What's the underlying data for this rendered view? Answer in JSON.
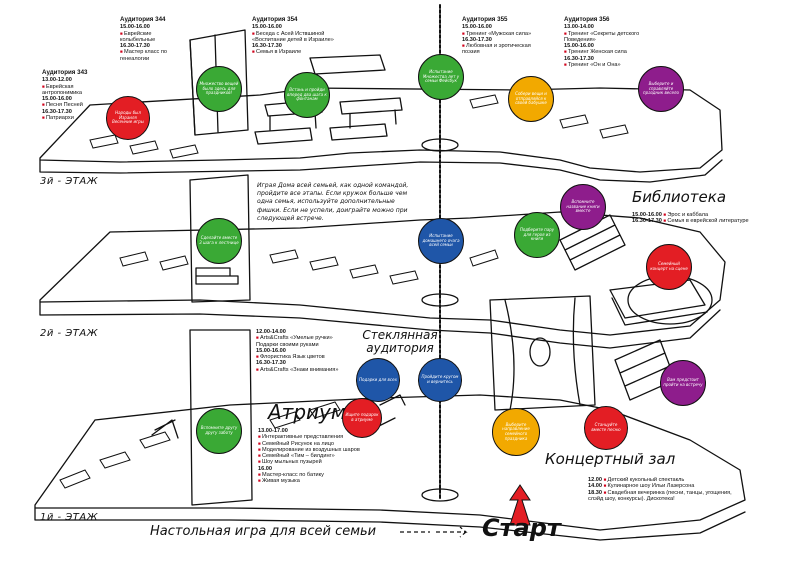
{
  "floors": {
    "third": "3й - ЭТАЖ",
    "second": "2й - ЭТАЖ",
    "first": "1й - ЭТАЖ"
  },
  "rooms": {
    "library": "Библиотека",
    "glass_auditorium": "Стеклянная аудитория",
    "atrium": "Атриум",
    "concert_hall": "Концертный зал"
  },
  "schedules": {
    "a343": {
      "title": "Аудитория 343",
      "lines": [
        {
          "t": "tm",
          "v": "13.00-12.00"
        },
        {
          "t": "ev",
          "v": "Еврейская антропонимика"
        },
        {
          "t": "tm",
          "v": "15.00-16.00"
        },
        {
          "t": "ev",
          "v": "Песня Песней"
        },
        {
          "t": "tm",
          "v": "16.30-17.30"
        },
        {
          "t": "ev",
          "v": "Патриархи"
        }
      ]
    },
    "a344": {
      "title": "Аудитория 344",
      "lines": [
        {
          "t": "tm",
          "v": "15.00-16.00"
        },
        {
          "t": "ev",
          "v": "Еврейские колыбельные"
        },
        {
          "t": "tm",
          "v": "16.30-17.30"
        },
        {
          "t": "ev",
          "v": "Мастер класс по генеалогии"
        }
      ]
    },
    "a354": {
      "title": "Аудитория 354",
      "lines": [
        {
          "t": "tm",
          "v": "15.00-16.00"
        },
        {
          "t": "ev",
          "v": "Беседа с Асей Иствшиной «Воспитание детей в Израиле»"
        },
        {
          "t": "tm",
          "v": "16.30-17.30"
        },
        {
          "t": "ev",
          "v": "Семья в Израиле"
        }
      ]
    },
    "a355": {
      "title": "Аудитория 355",
      "lines": [
        {
          "t": "tm",
          "v": "15.00-16.00"
        },
        {
          "t": "ev",
          "v": "Тренинг «Мужская сила»"
        },
        {
          "t": "tm",
          "v": "16.30-17.30"
        },
        {
          "t": "ev",
          "v": "Любовная и эротическая поэзия"
        }
      ]
    },
    "a356": {
      "title": "Аудитория 356",
      "lines": [
        {
          "t": "tm",
          "v": "13.00-14.00"
        },
        {
          "t": "ev",
          "v": "Тренинг «Секреты детского Поведения»"
        },
        {
          "t": "tm",
          "v": "15.00-16.00"
        },
        {
          "t": "ev",
          "v": "Тренинг Женская сила"
        },
        {
          "t": "tm",
          "v": "16.30-17.30"
        },
        {
          "t": "ev",
          "v": "Тренинг «Он и Она»"
        }
      ]
    },
    "library": {
      "lines": [
        {
          "t": "mix",
          "time": "15.00-16.00",
          "ev": "Эрос и каббала"
        },
        {
          "t": "mix",
          "time": "16.30-17.30",
          "ev": "Семья в еврейской литературе"
        }
      ]
    },
    "glass": {
      "lines": [
        {
          "t": "tm",
          "v": "12.00-14.00"
        },
        {
          "t": "ev",
          "v": "Arts&Crafts «Умелые ручки» Подарки своими руками"
        },
        {
          "t": "tm",
          "v": "15.00-16.00"
        },
        {
          "t": "ev",
          "v": "Флористика Язык цветов"
        },
        {
          "t": "tm",
          "v": "16.30-17.30"
        },
        {
          "t": "ev",
          "v": "Arts&Crafts «Знаки внимания»"
        }
      ]
    },
    "atrium": {
      "lines": [
        {
          "t": "tm",
          "v": "13.00-17.00"
        },
        {
          "t": "ev",
          "v": "Интерактивные представления"
        },
        {
          "t": "ev",
          "v": "Семейный Рисунок на лицо"
        },
        {
          "t": "ev",
          "v": "Моделирование из воздушных шаров"
        },
        {
          "t": "ev",
          "v": "Семейный «Тим – билдинг»"
        },
        {
          "t": "ev",
          "v": "Шоу мыльных пузырей"
        },
        {
          "t": "tm",
          "v": "16.00"
        },
        {
          "t": "ev",
          "v": "Мастер-класс по батику"
        },
        {
          "t": "ev",
          "v": "Живая музыка"
        }
      ]
    },
    "concert": {
      "lines": [
        {
          "t": "mix",
          "time": "12.00",
          "ev": "Детский кукольный спектакль"
        },
        {
          "t": "mix",
          "time": "14.00",
          "ev": "Кулинарное шоу Ильи Лазерсона"
        },
        {
          "t": "mix",
          "time": "18.30",
          "ev": "Свадебная вечеринка (песни, танцы, угощения, слэйд шоу, конкурсы). Дискотека!"
        }
      ]
    }
  },
  "story": "Играя Дома всей семьей, как одной командой, пройдите все этапы. Если кружок больше чем одна семья, используйте дополнительные фишки. Если не успели, доиграйте можно при следующей встрече.",
  "circles": [
    {
      "id": "c1",
      "color": "#e31e24",
      "text": "Народы был Израиля Весенние игры"
    },
    {
      "id": "c2",
      "color": "#3aa935",
      "text": "Множество вещей было здесь для праздников!"
    },
    {
      "id": "c3",
      "color": "#3aa935",
      "text": "Встань и пройди вперед два шага к фонтанам"
    },
    {
      "id": "c4",
      "color": "#3aa935",
      "text": "Испытание Множества лет у семьи Фейсбук"
    },
    {
      "id": "c5",
      "color": "#f2a900",
      "text": "Собери вещи и отправляйся к своей бабушке"
    },
    {
      "id": "c6",
      "color": "#8e1d8c",
      "text": "Выберите и справляйте праздник весело"
    },
    {
      "id": "c7",
      "color": "#3aa935",
      "text": "Сделайте вместе 3 шага к лестнице"
    },
    {
      "id": "c8",
      "color": "#1f56a8",
      "text": "Испытание домашнего очага всей семьи"
    },
    {
      "id": "c9",
      "color": "#3aa935",
      "text": "Подберите пару для героя из книги"
    },
    {
      "id": "c10",
      "color": "#8e1d8c",
      "text": "Вспомните название книги вместе"
    },
    {
      "id": "c11",
      "color": "#e31e24",
      "text": "Семейный концерт на сцене"
    },
    {
      "id": "c12",
      "color": "#1f56a8",
      "text": "Подарки для всех"
    },
    {
      "id": "c13",
      "color": "#1f56a8",
      "text": "Пройдите кругом и вернитесь"
    },
    {
      "id": "c14",
      "color": "#e31e24",
      "text": "Ищите подарок в атриуме"
    },
    {
      "id": "c15",
      "color": "#3aa935",
      "text": "Вспомните другу другу заботу"
    },
    {
      "id": "c16",
      "color": "#f2a900",
      "text": "Выберите направление семейного праздника"
    },
    {
      "id": "c17",
      "color": "#e31e24",
      "text": "Станцуйте вместе песню"
    },
    {
      "id": "c18",
      "color": "#8e1d8c",
      "text": "Вам предстоит пройти на встречу"
    }
  ],
  "bottom": {
    "title": "Настольная игра для всей семьи",
    "start": "Старт"
  },
  "colors": {
    "red": "#e31e24",
    "green": "#3aa935",
    "orange": "#f2a900",
    "purple": "#8e1d8c",
    "blue": "#1f56a8",
    "ink": "#111111"
  }
}
